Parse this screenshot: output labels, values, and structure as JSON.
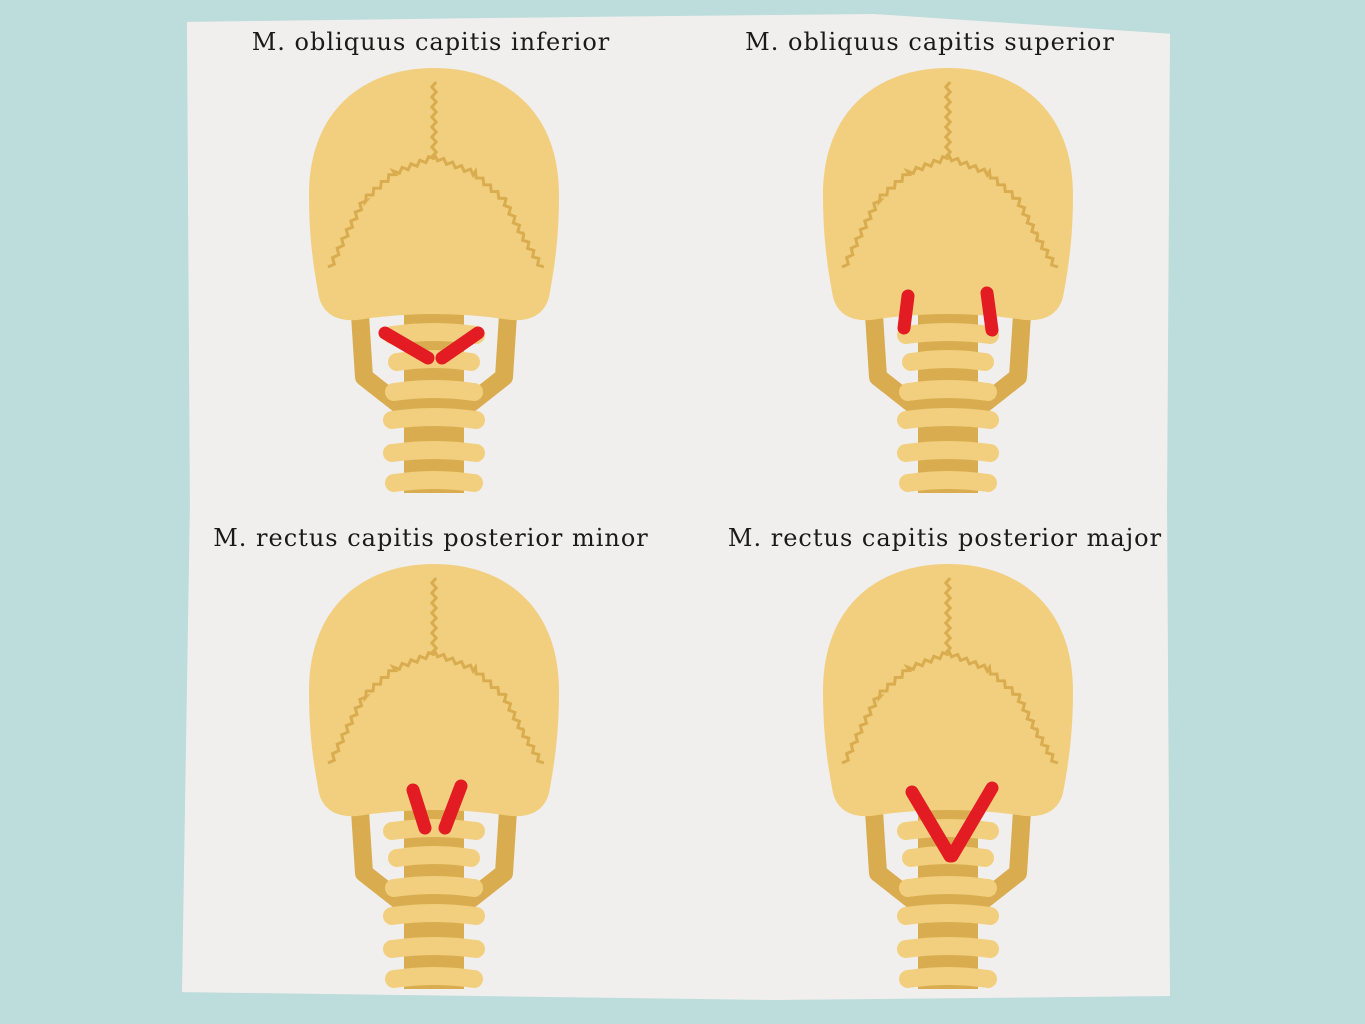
{
  "panels": [
    {
      "title": "M. obliquus capitis inferior",
      "muscle": "obliquus-capitis-inferior"
    },
    {
      "title": "M. obliquus capitis superior",
      "muscle": "obliquus-capitis-superior"
    },
    {
      "title": "M. rectus capitis posterior minor",
      "muscle": "rectus-capitis-posterior-minor"
    },
    {
      "title": "M. rectus capitis posterior major",
      "muscle": "rectus-capitis-posterior-major"
    }
  ],
  "colors": {
    "bone": "#f2cf7e",
    "bone_dark": "#d9ad4f",
    "muscle": "#e31b23",
    "paper": "#f0efed",
    "background": "#bddcdc"
  }
}
